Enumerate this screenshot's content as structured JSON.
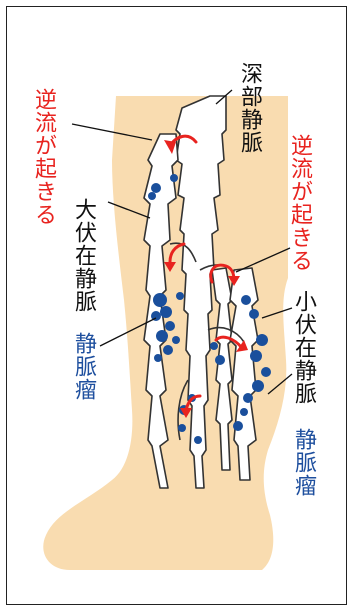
{
  "labels": {
    "deep_vein": "深部静脈",
    "reflux_left": "逆流が起きる",
    "reflux_right": "逆流が起きる",
    "great_saphenous": "大伏在静脈",
    "varicose_left": "静脈瘤",
    "small_saphenous": "小伏在静脈",
    "varicose_right": "静脈瘤"
  },
  "colors": {
    "skin": "#f9dcb0",
    "reflux_text": "#e8231f",
    "varicose_text": "#1e4f9e",
    "label_text": "#111111",
    "vein_outline": "#333333",
    "vein_fill": "#ffffff",
    "varicose_blob": "#1a4f9c",
    "arrow": "#e8231f"
  }
}
